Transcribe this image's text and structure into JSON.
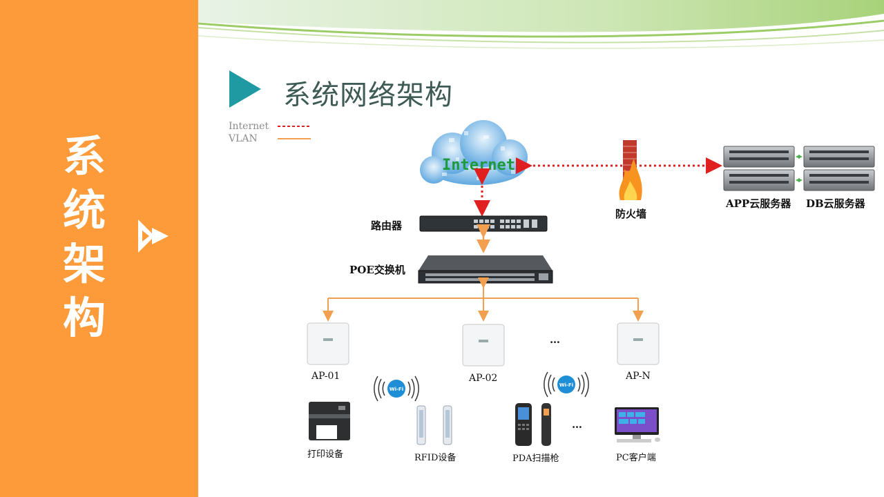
{
  "sidebar": {
    "title_chars": [
      "系",
      "统",
      "架",
      "构"
    ]
  },
  "header": {
    "title": "系统网络架构"
  },
  "legend": {
    "internet": "Internet",
    "vlan": "VLAN"
  },
  "cloud": {
    "label": "Internet"
  },
  "nodes": {
    "router": "路由器",
    "poe_switch": "POE交换机",
    "firewall": "防火墙",
    "app_server": "APP云服务器",
    "db_server": "DB云服务器",
    "ap1": "AP-01",
    "ap2": "AP-02",
    "apn": "AP-N",
    "ellipsis_ap": "…",
    "printer": "打印设备",
    "rfid": "RFID设备",
    "pda": "PDA扫描枪",
    "ellipsis_dev": "…",
    "pc": "PC客户端"
  },
  "wifi_badge": "Wi-Fi",
  "colors": {
    "orange": "#fd9b3a",
    "teal": "#1f9aa3",
    "internet_line": "#e02020",
    "vlan_line": "#f2a050"
  }
}
